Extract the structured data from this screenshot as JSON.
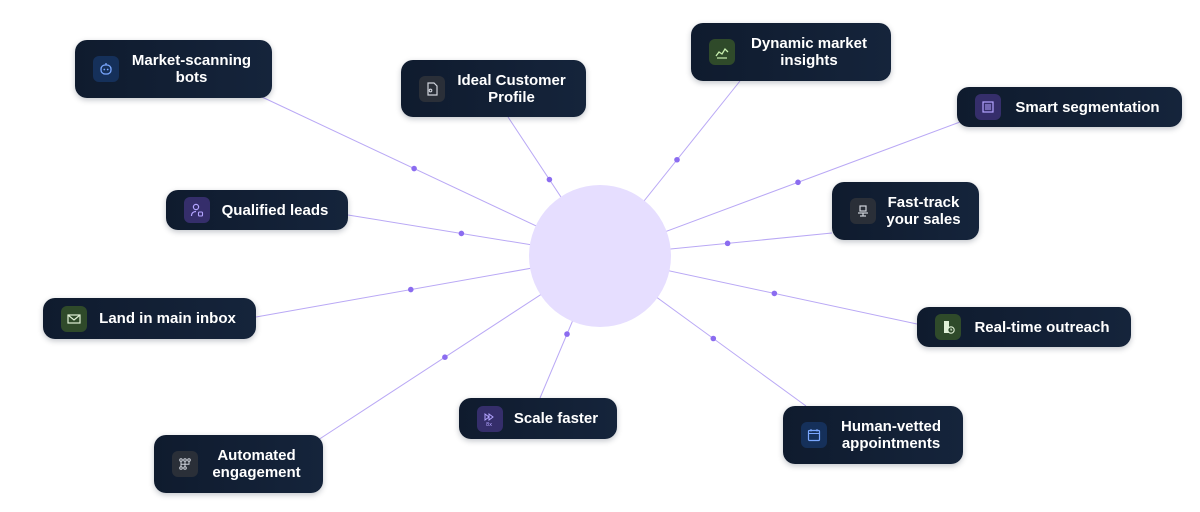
{
  "hub": {},
  "nodes": [
    {
      "id": "market-scanning-bots",
      "label": "Market-scanning\nbots",
      "icon": "bot-icon",
      "icon_bg": "#15305a"
    },
    {
      "id": "ideal-customer-profile",
      "label": "Ideal Customer\nProfile",
      "icon": "document-icon",
      "icon_bg": "#2a2f38"
    },
    {
      "id": "dynamic-market-insights",
      "label": "Dynamic market\ninsights",
      "icon": "trend-chart-icon",
      "icon_bg": "#2f4a2a"
    },
    {
      "id": "smart-segmentation",
      "label": "Smart segmentation",
      "icon": "segment-grid-icon",
      "icon_bg": "#352e6b"
    },
    {
      "id": "qualified-leads",
      "label": "Qualified leads",
      "icon": "user-badge-icon",
      "icon_bg": "#352e6b"
    },
    {
      "id": "fast-track-sales",
      "label": "Fast-track\nyour sales",
      "icon": "stamp-icon",
      "icon_bg": "#2a2f38"
    },
    {
      "id": "land-in-main-inbox",
      "label": "Land in main inbox",
      "icon": "mail-icon",
      "icon_bg": "#2f4a2a"
    },
    {
      "id": "real-time-outreach",
      "label": "Real-time outreach",
      "icon": "clock-tag-icon",
      "icon_bg": "#2f4a2a"
    },
    {
      "id": "scale-faster",
      "label": "Scale faster",
      "icon": "fast-forward-8x-icon",
      "icon_bg": "#352e6b"
    },
    {
      "id": "human-vetted-appointments",
      "label": "Human-vetted\nappointments",
      "icon": "calendar-icon",
      "icon_bg": "#15305a"
    },
    {
      "id": "automated-engagement",
      "label": "Automated\nengagement",
      "icon": "workflow-icon",
      "icon_bg": "#2a2f38"
    }
  ],
  "colors": {
    "hub": "#e6deff",
    "line": "#b9a8f5",
    "dot": "#8b6cf0",
    "node_bg": "#0f1b2e"
  }
}
